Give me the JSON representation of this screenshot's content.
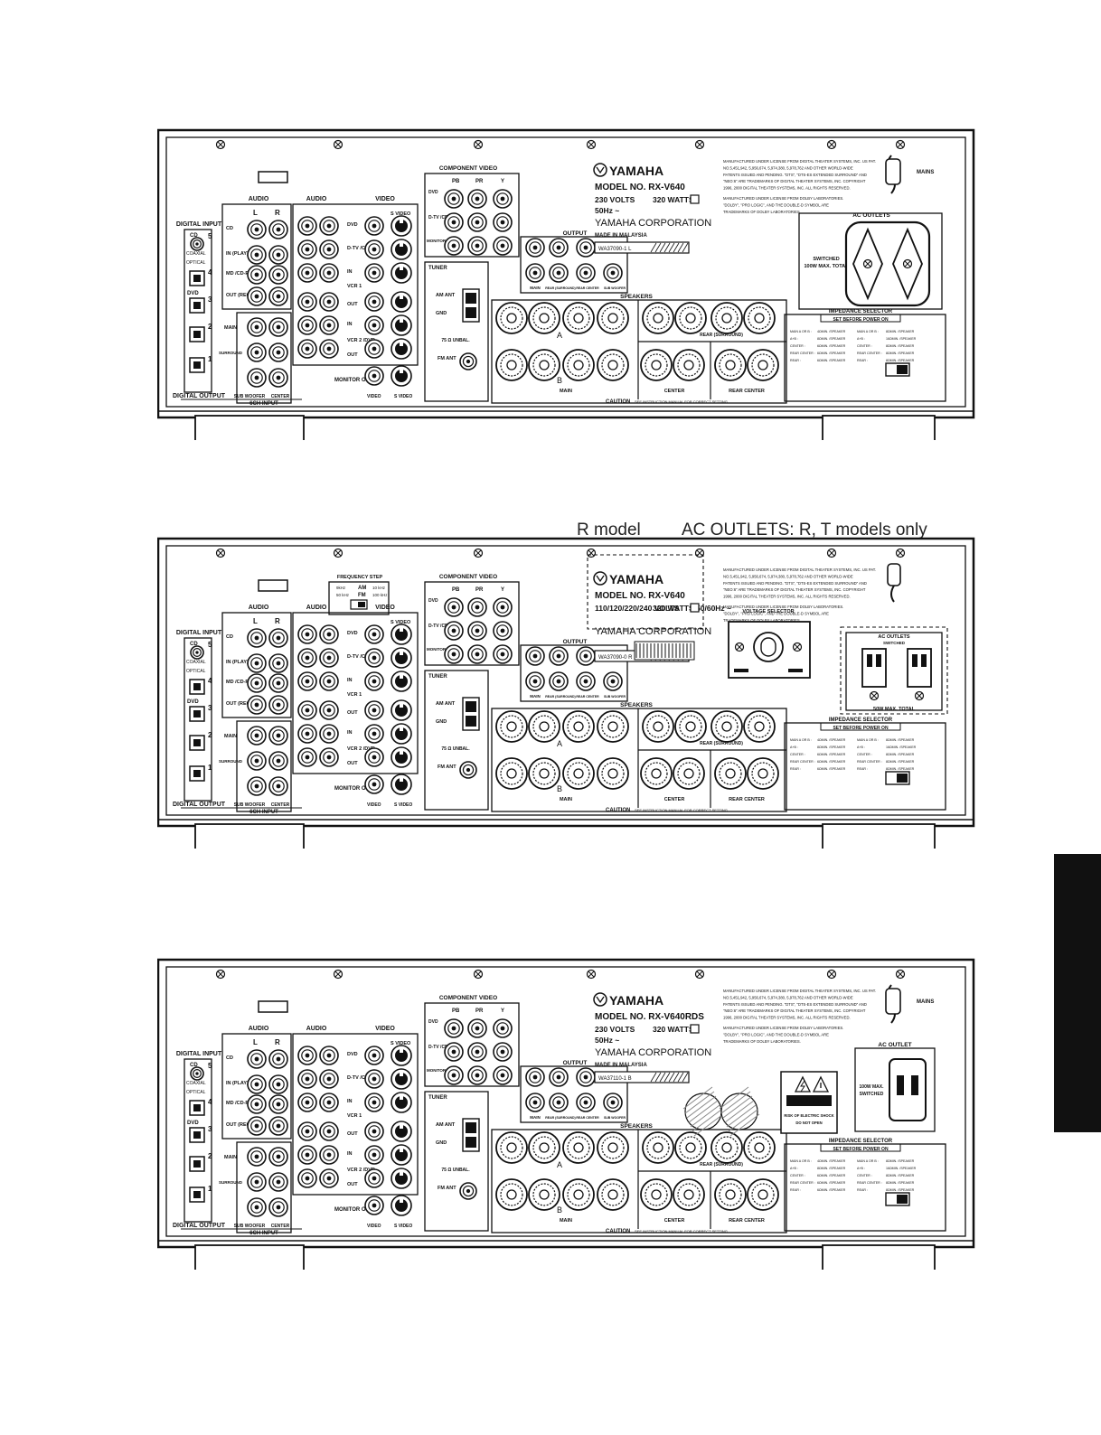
{
  "annotations": {
    "r_model": "R model",
    "ac_outlets_note": "AC OUTLETS: R, T models only"
  },
  "panels": [
    {
      "id": "panel-1",
      "model_no": "MODEL NO. RX-V640",
      "rating_a": "230 VOLTS",
      "rating_b": "320 WATTS",
      "rating_c": "50Hz ~",
      "made_in": "MADE IN MALAYSIA",
      "serial": "WA37090-1 L",
      "ac_title": "AC OUTLETS",
      "ac_sub": "SWITCHED",
      "ac_power": "100W MAX. TOTAL",
      "mains": "MAINS"
    },
    {
      "id": "panel-2",
      "model_no": "MODEL NO. RX-V640",
      "rating_a": "110/120/220/240 VOLTS",
      "rating_b": "320 WATTS 50/60Hz ~",
      "rating_c": "",
      "made_in": "",
      "serial": "WA37090-0 R L",
      "ac_title": "AC OUTLETS",
      "ac_sub": "SWITCHED",
      "ac_power": "50W MAX. TOTAL",
      "mains": "",
      "voltage_selector": "VOLTAGE SELECTOR",
      "frequency_step": "FREQUENCY STEP",
      "freq_am": "AM",
      "freq_fm": "FM",
      "freq_v1": "9kHz",
      "freq_v2": "10 kHz",
      "freq_v3": "50 kHz",
      "freq_v4": "100 kHz"
    },
    {
      "id": "panel-3",
      "model_no": "MODEL NO. RX-V640RDS",
      "rating_a": "230 VOLTS",
      "rating_b": "320 WATTS",
      "rating_c": "50Hz ~",
      "made_in": "MADE IN MALAYSIA",
      "serial": "WA37110-1 B",
      "ac_title": "AC OUTLET",
      "ac_sub": "SWITCHED",
      "ac_power": "100W MAX.",
      "mains": "MAINS",
      "caution_title": "CAUTION",
      "caution_text1": "RISK OF ELECTRIC SHOCK",
      "caution_text2": "DO NOT OPEN"
    }
  ],
  "common": {
    "brand": "YAMAHA",
    "corporation": "YAMAHA CORPORATION",
    "audio": "AUDIO",
    "video": "VIDEO",
    "s_video": "S VIDEO",
    "component_video": "COMPONENT VIDEO",
    "pb": "PB",
    "pr": "PR",
    "y": "Y",
    "dvd": "DVD",
    "dtv_cbl": "D-TV /CBL",
    "monitor_out": "MONITOR OUT",
    "digital_input": "DIGITAL INPUT",
    "digital_output": "DIGITAL OUTPUT",
    "cd": "CD",
    "coaxial": "COAXIAL",
    "optical": "OPTICAL",
    "in_play": "IN (PLAY)",
    "md_cdr": "MD /CD-R",
    "out_rec": "OUT (REC)",
    "vcr1": "VCR 1",
    "vcr2_dvr": "VCR 2 /DVR",
    "in": "IN",
    "out": "OUT",
    "main": "MAIN",
    "surround": "SURROUND",
    "sub_woofer": "SUB WOOFER",
    "center": "CENTER",
    "six_ch_input": "6CH INPUT",
    "tuner": "TUNER",
    "am_ant": "AM ANT",
    "gnd": "GND",
    "unbal": "75 Ω UNBAL.",
    "fm_ant": "FM ANT",
    "output": "OUTPUT",
    "rear_surround": "REAR (SURROUND)",
    "rear_center": "REAR CENTER",
    "speakers": "SPEAKERS",
    "impedance_selector": "IMPEDANCE SELECTOR",
    "set_before": "SET BEFORE POWER ON",
    "caution_bar": "CAUTION",
    "caution_bar_text": "SEE INSTRUCTION MANUAL FOR CORRECT SETTING.",
    "license_lines": [
      "MANUFACTURED UNDER LICENSE FROM DIGITAL THEATER SYSTEMS, INC. US PAT.",
      "NO.5,451,942, 5,956,674, 5,974,380, 5,978,762 AND OTHER WORLD-WIDE",
      "PATENTS ISSUED AND PENDING. \"DTS\", \"DTS-ES EXTENDED SURROUND\" AND",
      "\"NEO:6\" ARE TRADEMARKS OF DIGITAL THEATER SYSTEMS, INC. COPYRIGHT",
      "1996, 2000 DIGITAL THEATER SYSTEMS, INC. ALL RIGHTS RESERVED.",
      "MANUFACTURED UNDER LICENSE FROM DOLBY LABORATORIES.",
      "\"DOLBY\", \"PRO LOGIC\", AND THE DOUBLE-D SYMBOL ARE",
      "TRADEMARKS OF DOLBY LABORATORIES."
    ],
    "imp_rows": [
      [
        "MAIN A OR B :",
        "4ΩMIN. /SPEAKER",
        "MAIN A OR B :",
        "8ΩMIN. /SPEAKER"
      ],
      [
        "A+B :",
        "8ΩMIN. /SPEAKER",
        "A+B :",
        "16ΩMIN. /SPEAKER"
      ],
      [
        "CENTER :",
        "6ΩMIN. /SPEAKER",
        "CENTER :",
        "8ΩMIN. /SPEAKER"
      ],
      [
        "REAR CENTER :",
        "6ΩMIN. /SPEAKER",
        "REAR CENTER :",
        "8ΩMIN. /SPEAKER"
      ],
      [
        "REAR :",
        "6ΩMIN. /SPEAKER",
        "REAR :",
        "8ΩMIN. /SPEAKER"
      ]
    ],
    "num_5": "5",
    "num_4": "4",
    "num_3": "3",
    "num_2": "2",
    "num_1": "1",
    "l": "L",
    "r": "R",
    "a": "A",
    "b": "B"
  }
}
